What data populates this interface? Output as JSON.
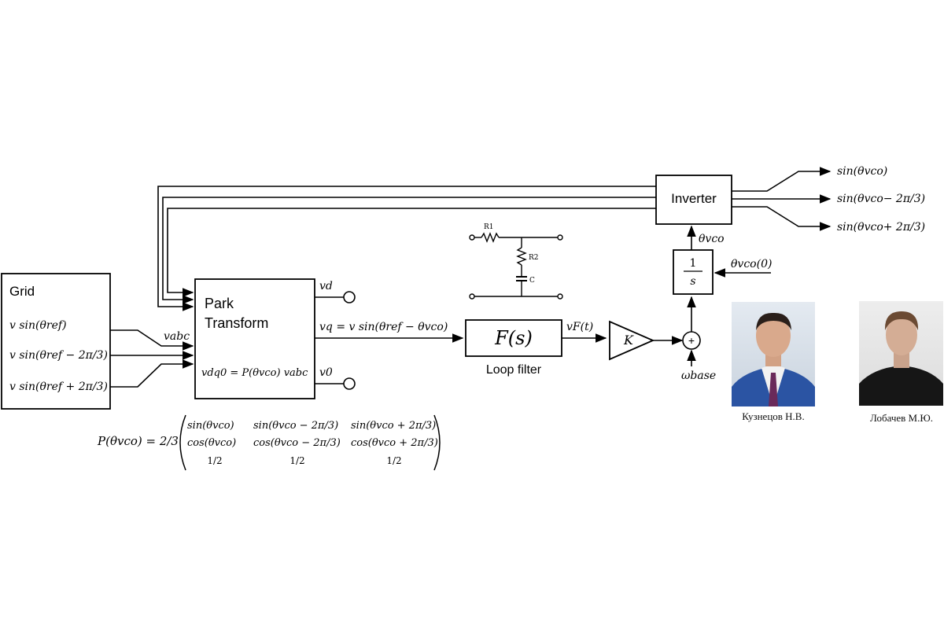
{
  "blocks": {
    "grid": {
      "title": "Grid",
      "signal1": "v sin(θref)",
      "signal2": "v sin(θref − 2π/3)",
      "signal3": "v sin(θref + 2π/3)"
    },
    "park": {
      "title1": "Park",
      "title2": "Transform",
      "formula": "vdq0 = P(θvco) vabc",
      "in_label": "vabc",
      "out_d": "vd",
      "out_q": "vq = v sin(θref − θvco)",
      "out_0": "v0"
    },
    "filter": {
      "box": "F(s)",
      "caption": "Loop filter",
      "out_label": "vF(t)"
    },
    "gain": {
      "label": "K"
    },
    "sum": {
      "symbol": "+",
      "in_label": "ωbase"
    },
    "integrator": {
      "num": "1",
      "den": "s",
      "ic_label": "θvco(0)",
      "out_label": "θvco"
    },
    "inverter": {
      "title": "Inverter",
      "out1": "sin(θvco)",
      "out2": "sin(θvco− 2π/3)",
      "out3": "sin(θvco+ 2π/3)"
    },
    "circuit": {
      "r1": "R1",
      "r2": "R2",
      "c": "C"
    }
  },
  "matrix": {
    "lhs": "P(θvco) = 2/3",
    "rows": [
      [
        "sin(θvco)",
        "sin(θvco − 2π/3)",
        "sin(θvco + 2π/3)"
      ],
      [
        "cos(θvco)",
        "cos(θvco − 2π/3)",
        "cos(θvco + 2π/3)"
      ],
      [
        "1/2",
        "1/2",
        "1/2"
      ]
    ]
  },
  "people": [
    {
      "name": "Кузнецов Н.В."
    },
    {
      "name": "Лобачев М.Ю."
    }
  ]
}
